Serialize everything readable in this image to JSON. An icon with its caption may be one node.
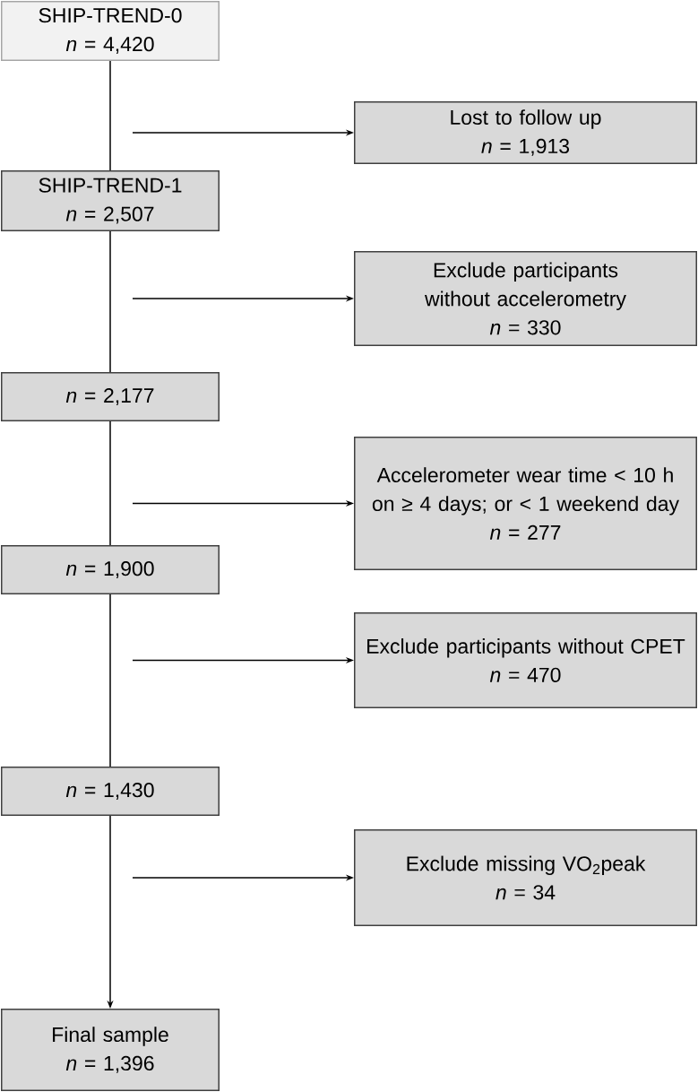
{
  "diagram": {
    "nodes": [
      {
        "text": [
          "SHIP-TREND-0",
          "*n* = 4,420"
        ]
      },
      {
        "text": [
          "Lost to follow up",
          "*n* = 1,913"
        ]
      },
      {
        "text": [
          "SHIP-TREND-1",
          "*n* = 2,507"
        ]
      },
      {
        "text": [
          "Exclude participants without accelerometry",
          "*n* = 330"
        ]
      },
      {
        "text": [
          "*n* = 2,177"
        ]
      },
      {
        "text": [
          "Accelerometer wear time < 10 h on ≥ 4 days; or < 1 weekend day",
          "*n* = 277"
        ]
      },
      {
        "text": [
          "*n* = 1,900"
        ]
      },
      {
        "text": [
          "Exclude participants without CPET",
          "*n* = 470"
        ]
      },
      {
        "text": [
          "*n* = 1,430"
        ]
      },
      {
        "text": [
          "Exclude missing VO$_{2}$peak",
          "*n* = 34"
        ]
      },
      {
        "text": [
          "Final sample",
          "*n* = 1,396"
        ]
      }
    ],
    "edges": [
      {
        "from": 0,
        "to": 2,
        "arrow": "none"
      },
      {
        "from": null,
        "to": 1,
        "arrow": "to"
      },
      {
        "from": 2,
        "to": 4,
        "arrow": "none"
      },
      {
        "from": null,
        "to": 3,
        "arrow": "to"
      },
      {
        "from": 4,
        "to": 6,
        "arrow": "none"
      },
      {
        "from": null,
        "to": 5,
        "arrow": "to"
      },
      {
        "from": 6,
        "to": 8,
        "arrow": "none"
      },
      {
        "from": null,
        "to": 7,
        "arrow": "to"
      },
      {
        "from": 8,
        "to": 10,
        "arrow": "to"
      },
      {
        "from": null,
        "to": 9,
        "arrow": "to"
      }
    ]
  }
}
